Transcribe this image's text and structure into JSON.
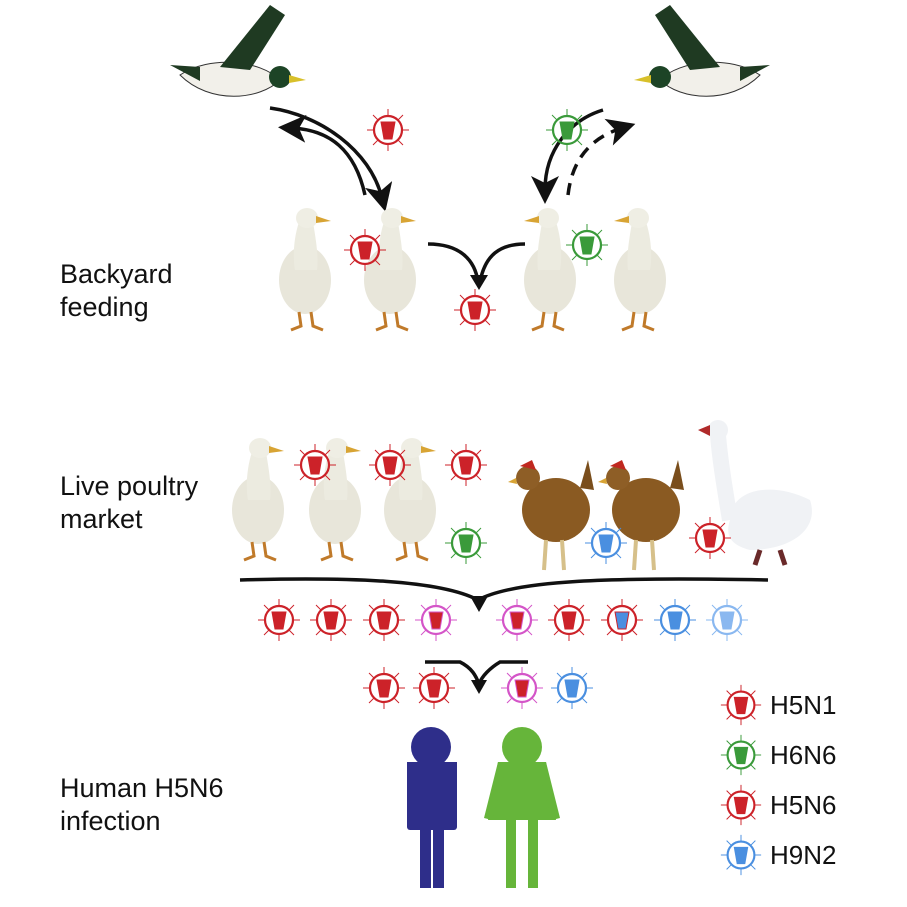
{
  "stages": [
    {
      "id": "backyard",
      "label_line1": "Backyard",
      "label_line2": "feeding"
    },
    {
      "id": "market",
      "label_line1": "Live poultry",
      "label_line2": "market"
    },
    {
      "id": "human",
      "label_line1": "Human H5N6",
      "label_line2": "infection"
    }
  ],
  "legend": [
    {
      "label": "H5N1",
      "color": "#cc2229"
    },
    {
      "label": "H6N6",
      "color": "#3a9a3a"
    },
    {
      "label": "H5N6",
      "color": "#cc2229"
    },
    {
      "label": "H9N2",
      "color": "#4a8fe0"
    }
  ],
  "colors": {
    "h5n1": "#cc2229",
    "h6n6": "#3a9a3a",
    "h9n2": "#4a8fe0",
    "reassortant_pink": "#d455c8",
    "male": "#2e2e8a",
    "female": "#66b53a",
    "arrow": "#111111"
  },
  "figures": [
    {
      "name": "wild-duck-left"
    },
    {
      "name": "wild-duck-right"
    },
    {
      "name": "domestic-ducks"
    },
    {
      "name": "chickens"
    },
    {
      "name": "goose"
    },
    {
      "name": "human-male"
    },
    {
      "name": "human-female"
    }
  ]
}
